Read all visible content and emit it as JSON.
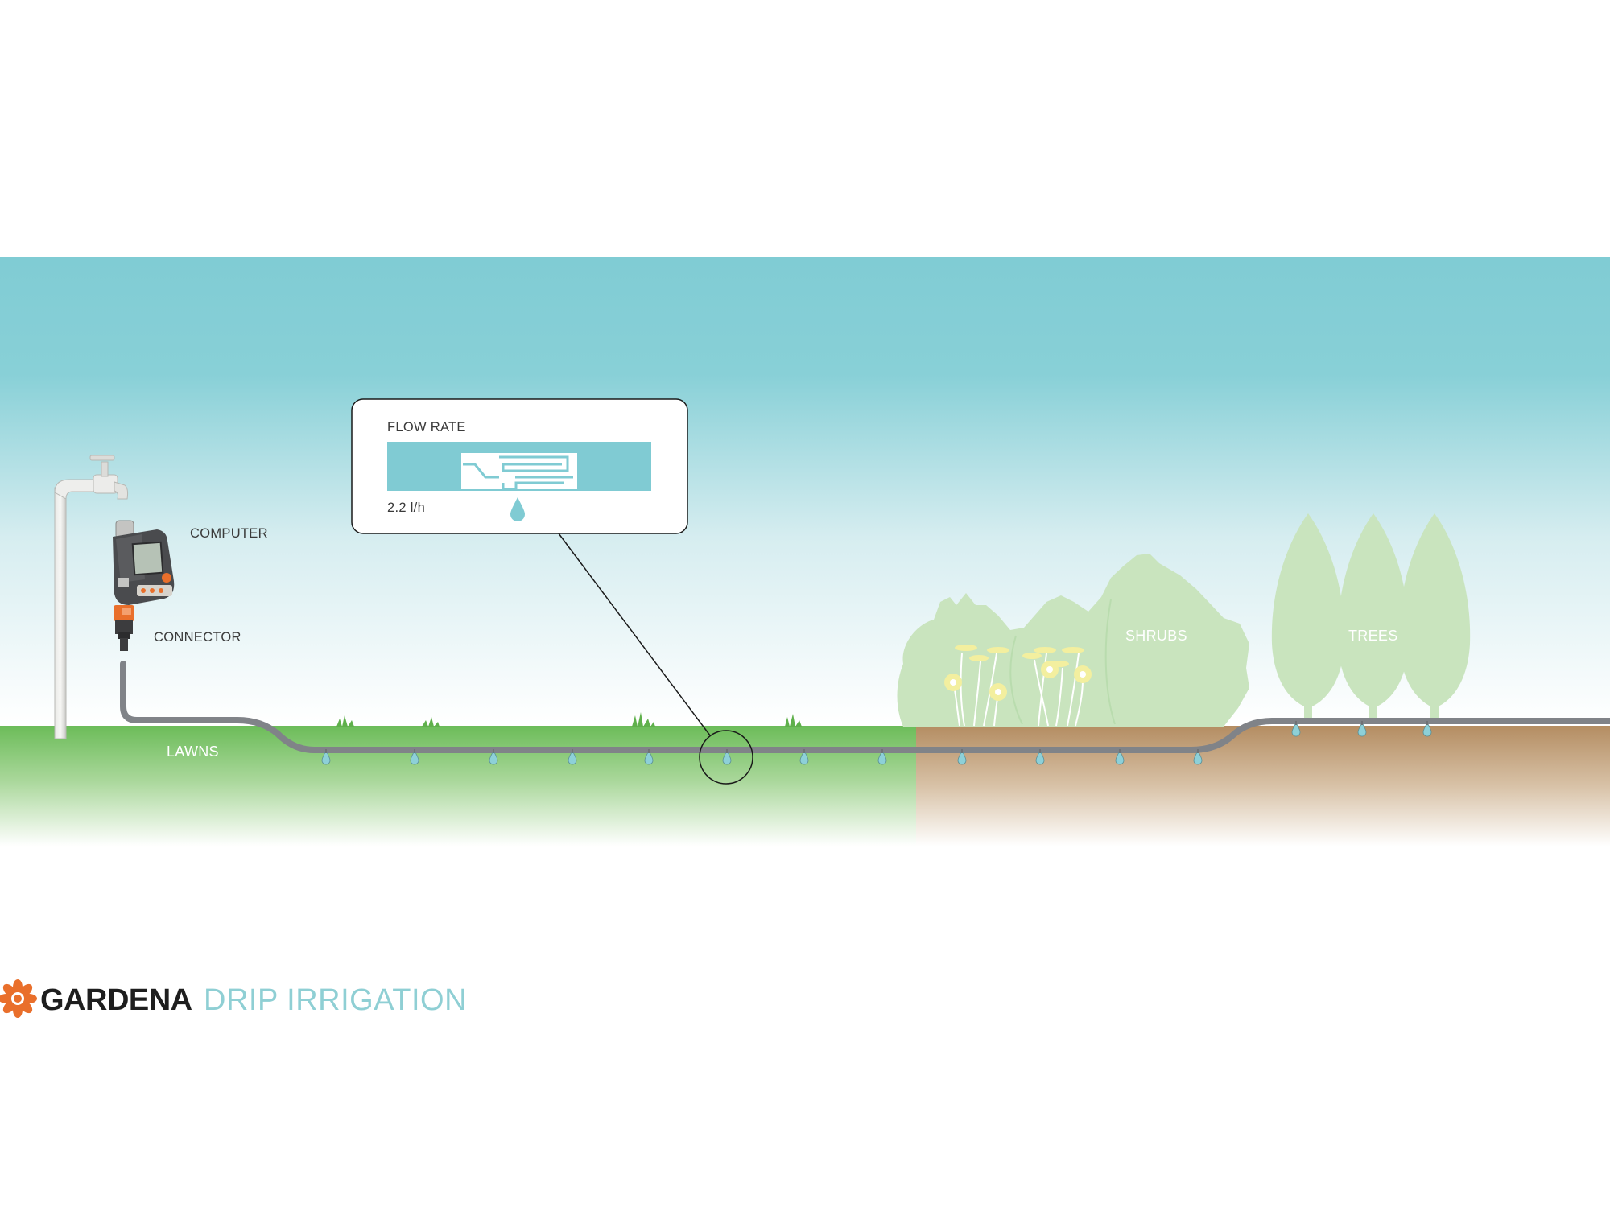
{
  "labels": {
    "computer": "COMPUTER",
    "connector": "CONNECTOR",
    "lawns": "LAWNS",
    "shrubs": "SHRUBS",
    "trees": "TREES"
  },
  "callout": {
    "title": "FLOW RATE",
    "value": "2.2 l/h"
  },
  "brand": {
    "name": "GARDENA",
    "product": "DRIP IRRIGATION"
  },
  "colors": {
    "sky": "#7fcdd4",
    "lawn": "#76c063",
    "soil": "#b9946a",
    "pipe": "#808388",
    "plants": "#c9e4be",
    "accent": "#e96f2b",
    "drop": "#8dd0d8"
  },
  "icons": [
    "tap-icon",
    "water-computer-icon",
    "connector-icon",
    "drip-emitter-icon",
    "gardena-logo-icon"
  ]
}
